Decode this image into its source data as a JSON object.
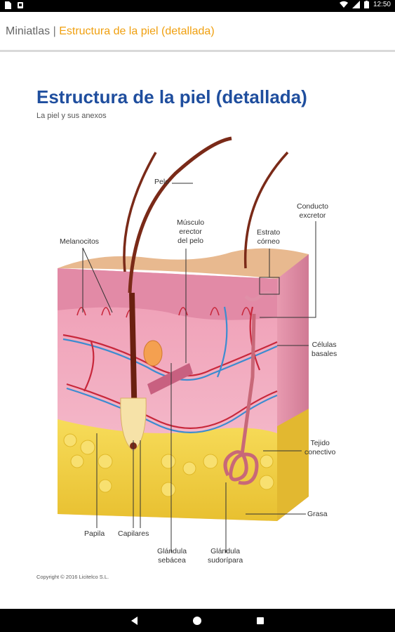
{
  "status_bar": {
    "time": "12:50"
  },
  "app_bar": {
    "app_name": "Miniatlas",
    "separator": "|",
    "section_title": "Estructura de la piel (detallada)"
  },
  "page": {
    "title": "Estructura de la piel (detallada)",
    "subtitle": "La piel y sus anexos",
    "copyright": "Copyright © 2016 Licitelco S.L."
  },
  "figure_labels": {
    "pelo": "Pelo",
    "melanocitos": "Melanocitos",
    "musculo_l1": "Músculo",
    "musculo_l2": "erector",
    "musculo_l3": "del pelo",
    "estrato_l1": "Estrato",
    "estrato_l2": "córneo",
    "conducto_l1": "Conducto",
    "conducto_l2": "excretor",
    "celulas_l1": "Células",
    "celulas_l2": "basales",
    "tejido_l1": "Tejido",
    "tejido_l2": "conectivo",
    "grasa": "Grasa",
    "papila": "Papila",
    "capilares": "Capilares",
    "sebacea_l1": "Glándula",
    "sebacea_l2": "sebácea",
    "sudoripara_l1": "Glándula",
    "sudoripara_l2": "sudorípara"
  },
  "colors": {
    "accent": "#f0a010",
    "title_blue": "#1f4e9e",
    "skin_surface": "#e8b98f",
    "epidermis": "#e4a0b4",
    "dermis": "#f2b8c8",
    "fat": "#f3d34a",
    "hair": "#7a2a18",
    "vessel_red": "#c8283c",
    "vessel_blue": "#3c8cd0"
  }
}
